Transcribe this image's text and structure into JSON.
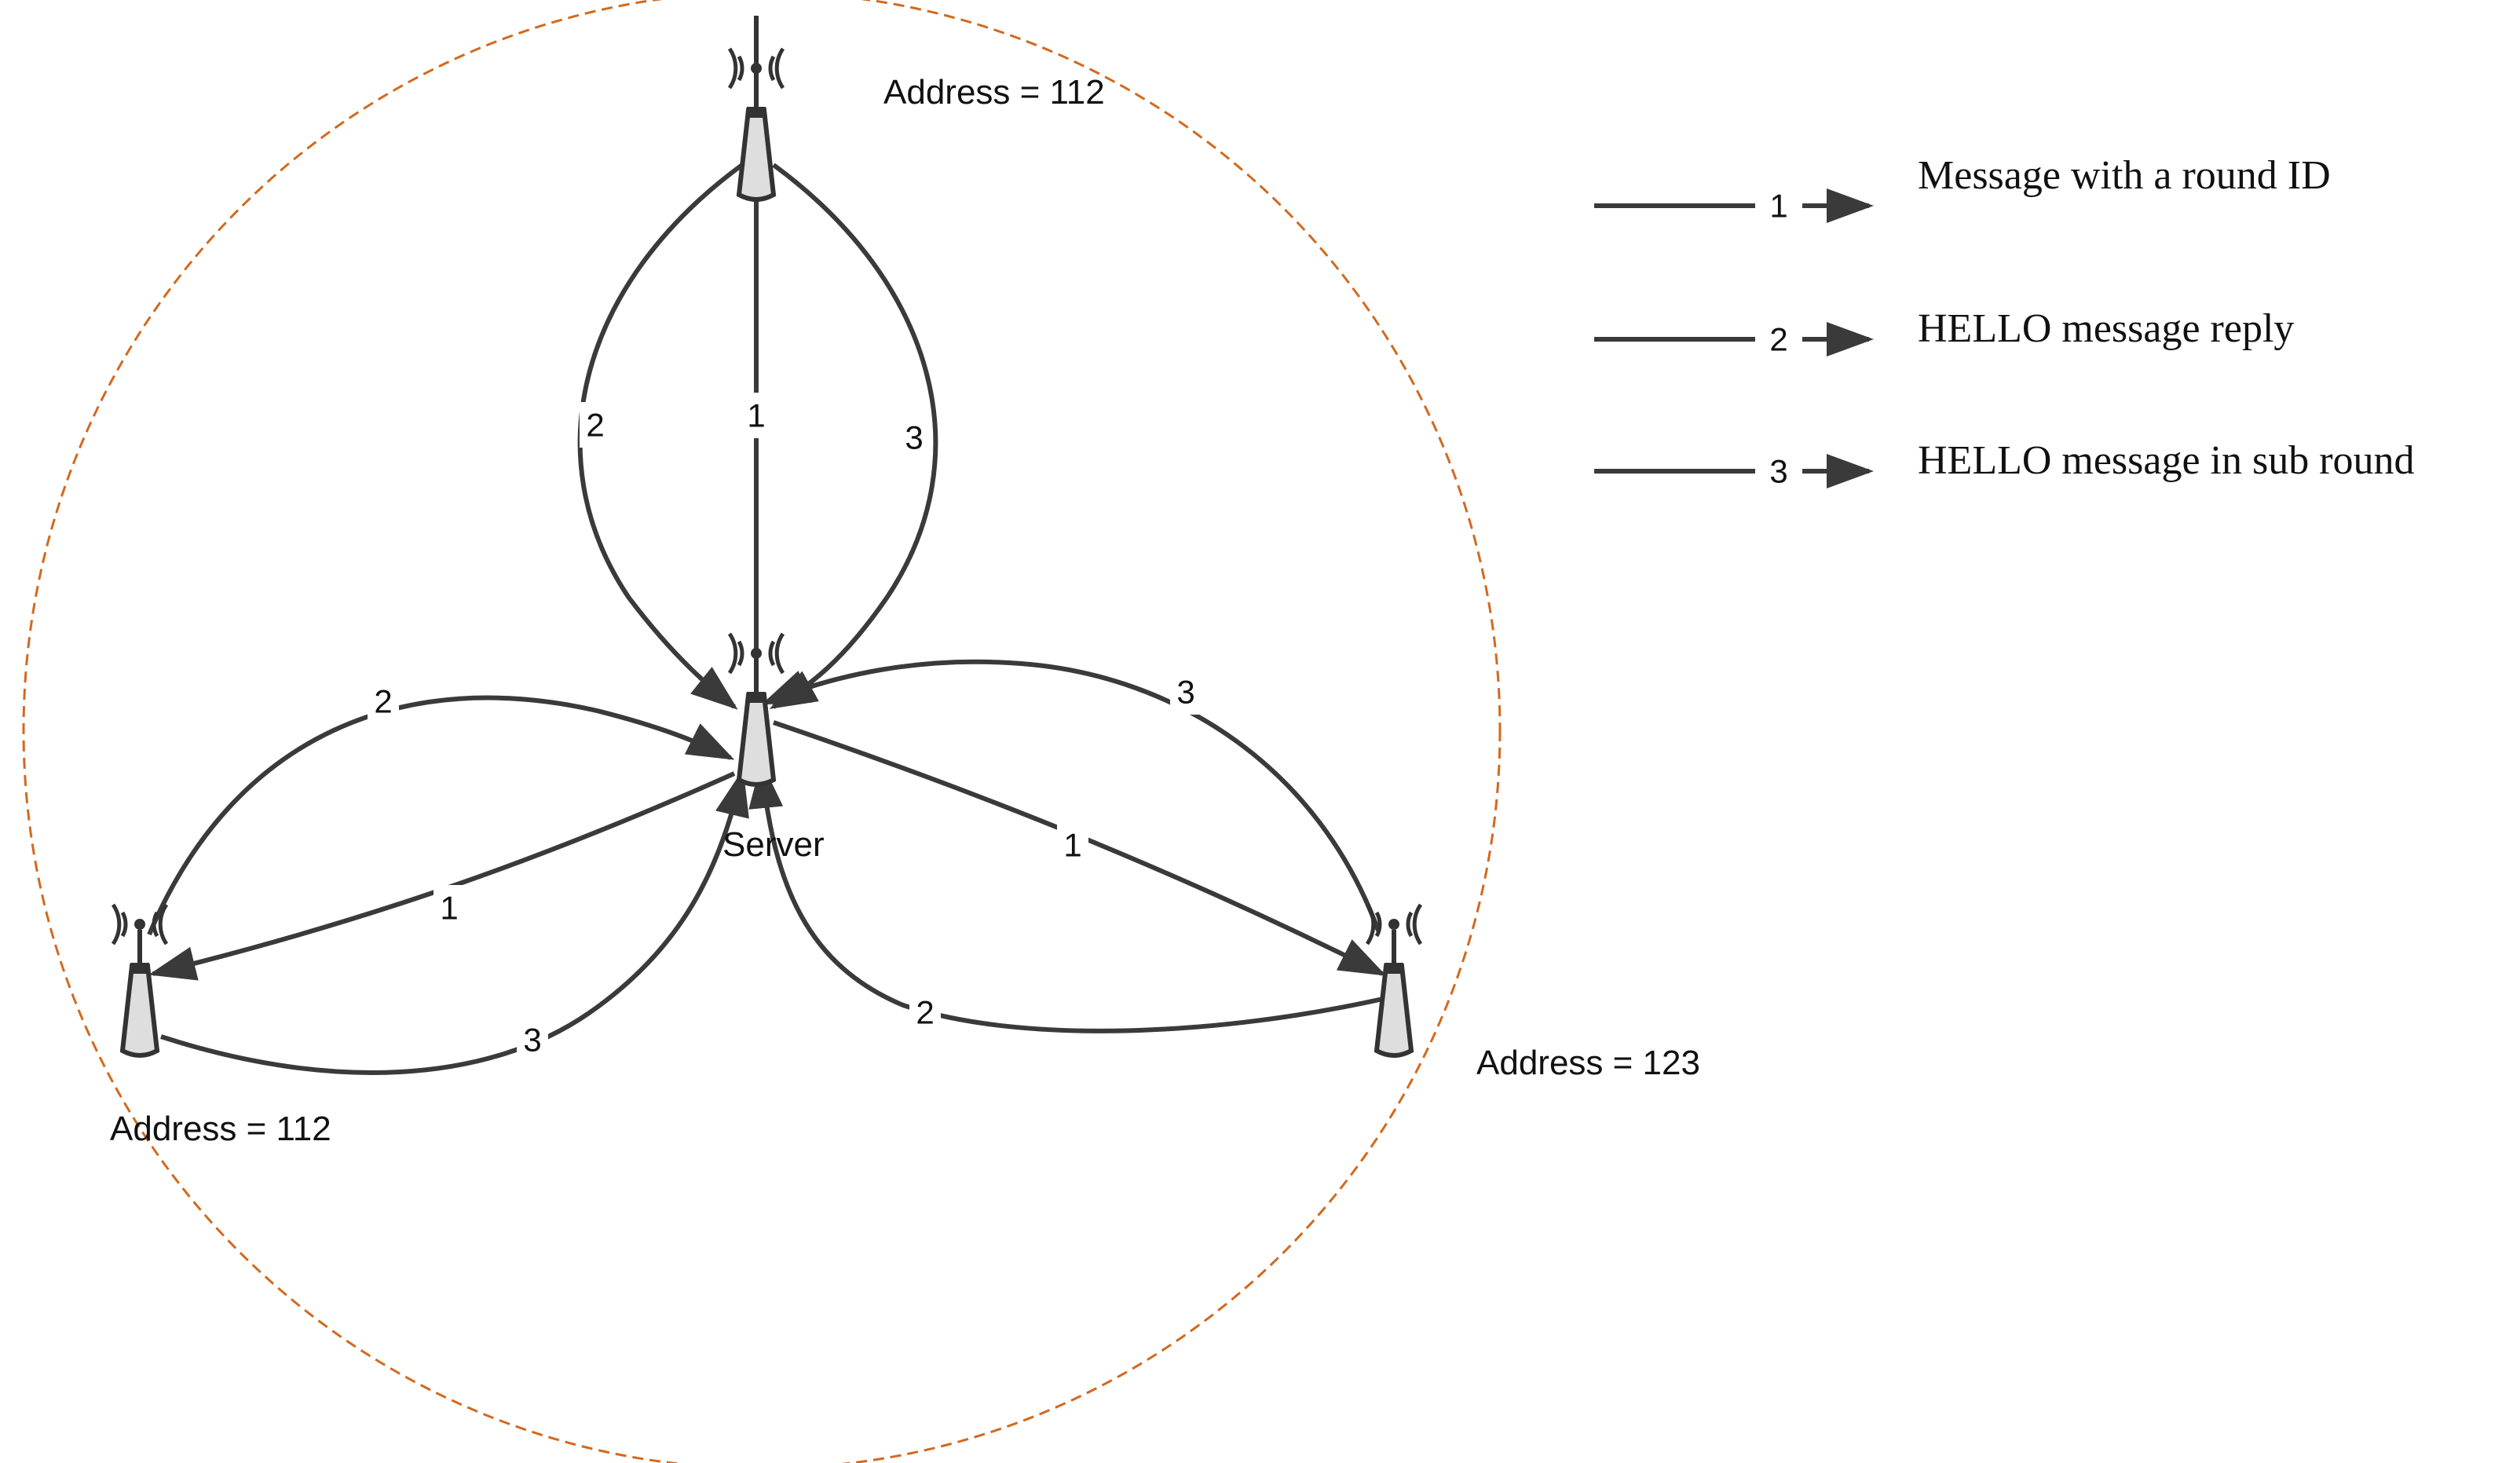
{
  "diagram": {
    "range_circle_color": "#d2691e",
    "edge_color": "#3a3a3a",
    "nodes": {
      "server": {
        "label": "Server",
        "icon": "wireless-antenna-icon"
      },
      "top": {
        "label": "Address = 112",
        "icon": "wireless-antenna-icon"
      },
      "left": {
        "label": "Address = 112",
        "icon": "wireless-antenna-icon"
      },
      "right": {
        "label": "Address = 123",
        "icon": "wireless-antenna-icon"
      }
    },
    "edges": [
      {
        "id": "top-1",
        "label": "1"
      },
      {
        "id": "top-2",
        "label": "2"
      },
      {
        "id": "top-3",
        "label": "3"
      },
      {
        "id": "left-1",
        "label": "1"
      },
      {
        "id": "left-2",
        "label": "2"
      },
      {
        "id": "left-3",
        "label": "3"
      },
      {
        "id": "right-1",
        "label": "1"
      },
      {
        "id": "right-2",
        "label": "2"
      },
      {
        "id": "right-3",
        "label": "3"
      }
    ]
  },
  "legend": [
    {
      "number": "1",
      "text": "Message with a round ID"
    },
    {
      "number": "2",
      "text": "HELLO message reply"
    },
    {
      "number": "3",
      "text": "HELLO message in sub round"
    }
  ]
}
